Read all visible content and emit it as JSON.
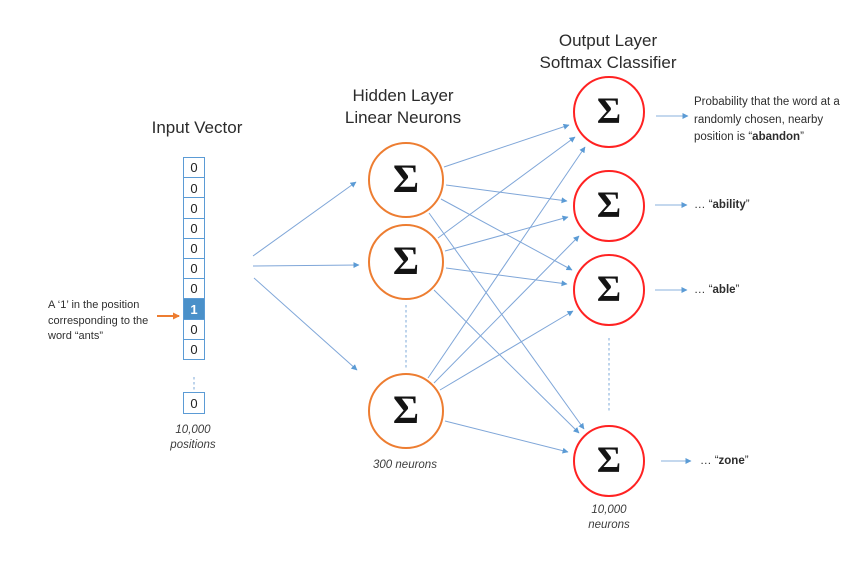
{
  "titles": {
    "input": "Input Vector",
    "hidden_line1": "Hidden Layer",
    "hidden_line2": "Linear Neurons",
    "output_line1": "Output Layer",
    "output_line2": "Softmax Classifier"
  },
  "input_vector": {
    "cells": [
      "0",
      "0",
      "0",
      "0",
      "0",
      "0",
      "0",
      "1",
      "0",
      "0"
    ],
    "hot_index": 7,
    "tail_cell": "0",
    "caption_line1": "10,000",
    "caption_line2": "positions",
    "annotation_lines": [
      "A ‘1’ in the position",
      "corresponding to the",
      "word “ants”"
    ]
  },
  "hidden_layer": {
    "sigma": "Σ",
    "caption": "300 neurons"
  },
  "output_layer": {
    "sigma": "Σ",
    "caption_line1": "10,000",
    "caption_line2": "neurons",
    "prob_paragraph": {
      "line1": "Probability that the word at a",
      "line2": "randomly chosen, nearby",
      "line3_prefix": "position is “",
      "line3_word": "abandon",
      "line3_suffix": "”"
    },
    "word_labels": [
      {
        "prefix": "… “",
        "word": "ability",
        "suffix": "”"
      },
      {
        "prefix": "… “",
        "word": "able",
        "suffix": "”"
      },
      {
        "prefix": "… “",
        "word": "zone",
        "suffix": "”"
      }
    ]
  },
  "colors": {
    "hidden_stroke": "#ed7d31",
    "output_stroke": "#ff2222",
    "connector_blue": "#7fa6d8",
    "arrowhead_blue": "#5b9bd5",
    "cell_border": "#5b9bd5",
    "hot_cell_fill": "#4a90c9",
    "orange_arrow": "#ed7d31"
  }
}
